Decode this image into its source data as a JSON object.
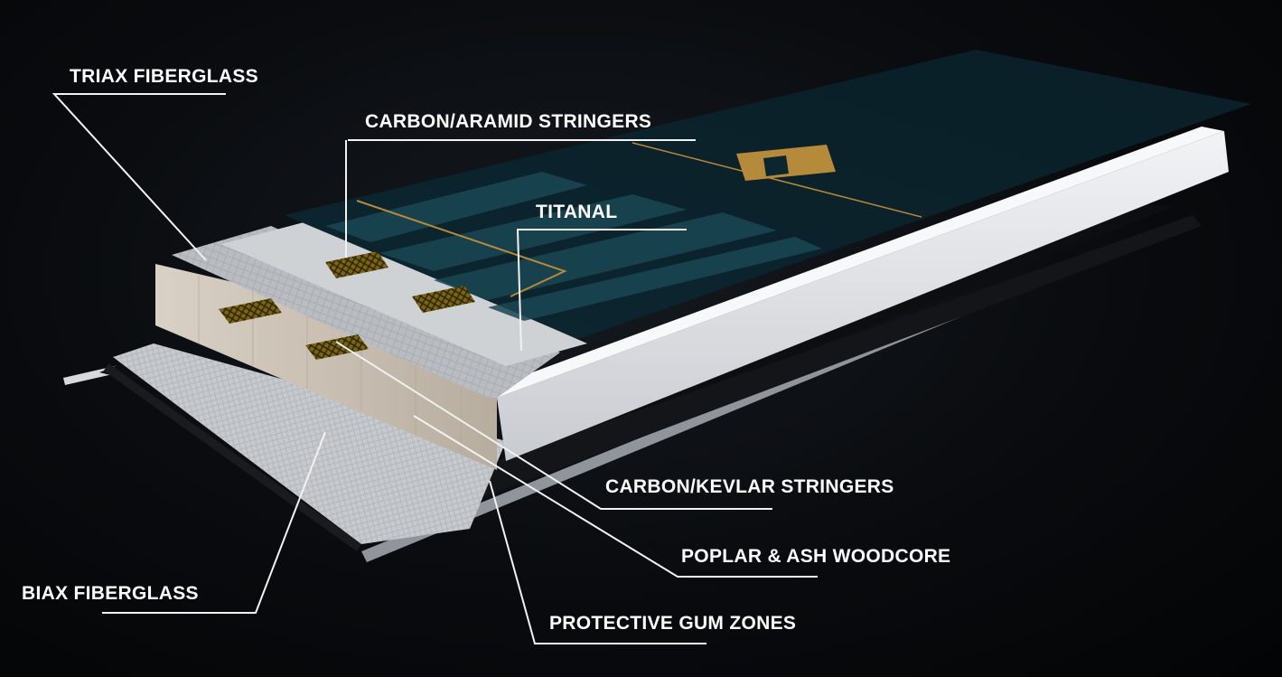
{
  "labels": {
    "triax_fiberglass": "TRIAX FIBERGLASS",
    "carbon_aramid_stringers": "CARBON/ARAMID STRINGERS",
    "titanal": "TITANAL",
    "carbon_kevlar_stringers": "CARBON/KEVLAR STRINGERS",
    "poplar_ash_woodcore": "POPLAR & ASH WOODCORE",
    "biax_fiberglass": "BIAX FIBERGLASS",
    "protective_gum_zones": "PROTECTIVE GUM ZONES"
  },
  "colors": {
    "topsheet": "#0e2a33",
    "topsheet_stripe": "#1c4a55",
    "logo_gold": "#b58a3a",
    "sidewall": "#e6e8ec",
    "woodcore": "#cfc6ba",
    "fiberglass": "#bfc3c8",
    "titanal": "#d3d5d8",
    "stringer": "#6f5a12",
    "gum": "#111214",
    "edge": "#9aa0a6",
    "leader": "#f2f2f2"
  }
}
